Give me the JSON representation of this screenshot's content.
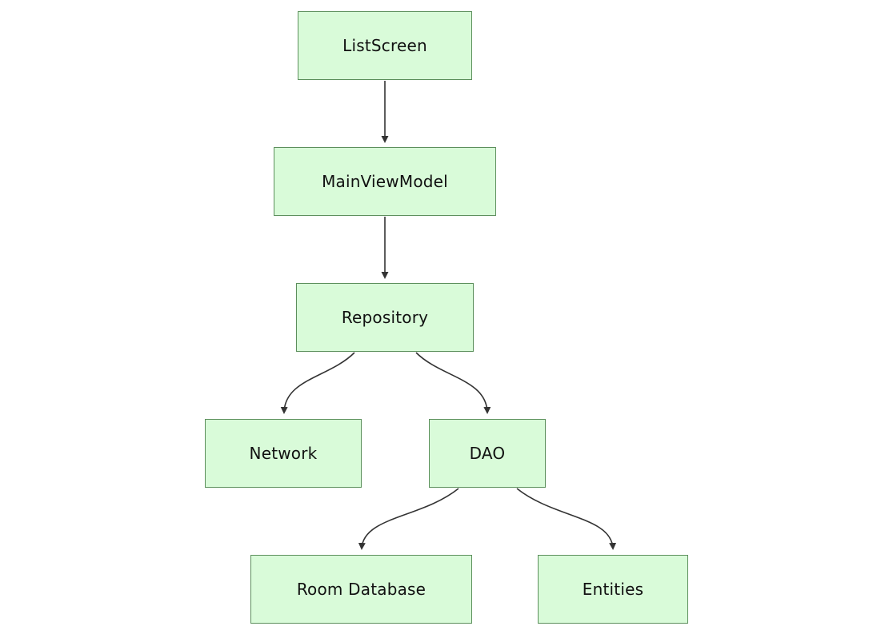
{
  "diagram": {
    "type": "flowchart",
    "direction": "top-down",
    "nodes": [
      {
        "id": "listscreen",
        "label": "ListScreen"
      },
      {
        "id": "mainviewmodel",
        "label": "MainViewModel"
      },
      {
        "id": "repository",
        "label": "Repository"
      },
      {
        "id": "network",
        "label": "Network"
      },
      {
        "id": "dao",
        "label": "DAO"
      },
      {
        "id": "roomdatabase",
        "label": "Room Database"
      },
      {
        "id": "entities",
        "label": "Entities"
      }
    ],
    "edges": [
      {
        "from": "ListScreen",
        "to": "MainViewModel"
      },
      {
        "from": "MainViewModel",
        "to": "Repository"
      },
      {
        "from": "Repository",
        "to": "Network"
      },
      {
        "from": "Repository",
        "to": "DAO"
      },
      {
        "from": "DAO",
        "to": "Room Database"
      },
      {
        "from": "DAO",
        "to": "Entities"
      }
    ],
    "colors": {
      "node_fill": "#d9fbd9",
      "node_border": "#5c8f5c",
      "edge": "#333333",
      "text": "#111111",
      "background": "#ffffff"
    }
  }
}
